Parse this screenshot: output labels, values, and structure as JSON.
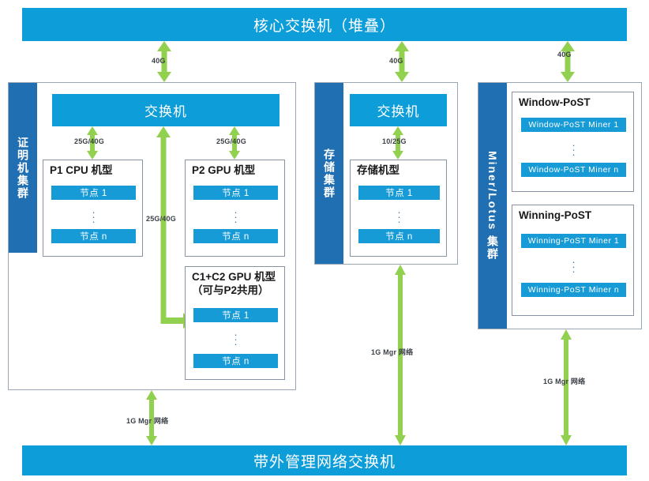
{
  "diagram": {
    "title_top": "核心交换机（堆叠）",
    "title_bottom": "带外管理网络交换机",
    "colors": {
      "banner_blue": "#0d9dd9",
      "tab_blue": "#1f6fb2",
      "node_blue": "#179bd7",
      "arrow_green": "#92d050",
      "box_border": "#8793a3"
    }
  },
  "clusters": {
    "proof": {
      "tab_label": "证明机集群",
      "switch_label": "交换机",
      "groups": {
        "p1": {
          "title": "P1 CPU 机型",
          "nodes": [
            "节点 1",
            "节点 n"
          ]
        },
        "p2": {
          "title": "P2 GPU 机型",
          "nodes": [
            "节点 1",
            "节点 n"
          ]
        },
        "c1c2": {
          "title": "C1+C2 GPU 机型\n（可与P2共用）",
          "nodes": [
            "节点 1",
            "节点 n"
          ]
        }
      }
    },
    "storage": {
      "tab_label": "存储集群",
      "switch_label": "交换机",
      "groups": {
        "storage": {
          "title": "存储机型",
          "nodes": [
            "节点 1",
            "节点 n"
          ]
        }
      }
    },
    "miner": {
      "tab_label": "Miner/Lotus 集群",
      "groups": {
        "window": {
          "title": "Window-PoST",
          "nodes": [
            "Window-PoST Miner 1",
            "Window-PoST Miner n"
          ]
        },
        "winning": {
          "title": "Winning-PoST",
          "nodes": [
            "Winning-PoST Miner 1",
            "Winning-PoST Miner n"
          ]
        }
      }
    }
  },
  "links": {
    "core_to_proof": "40G",
    "core_to_storage": "40G",
    "core_to_miner": "40G",
    "proof_switch_to_p1": "25G/40G",
    "proof_switch_to_p2": "25G/40G",
    "proof_switch_to_c1c2": "25G/40G",
    "storage_switch_to_nodes": "10/25G",
    "proof_to_mgmt": "1G Mgr 网络",
    "storage_to_mgmt": "1G Mgr 网络",
    "miner_to_mgmt": "1G Mgr 网络"
  }
}
